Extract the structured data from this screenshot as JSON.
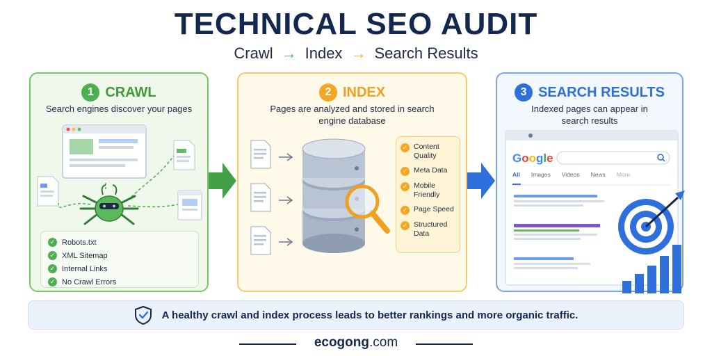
{
  "header": {
    "title": "TECHNICAL SEO AUDIT",
    "flow": [
      "Crawl",
      "Index",
      "Search Results"
    ]
  },
  "colors": {
    "navy": "#14284f",
    "green": "#4caf50",
    "yellow": "#f5a623",
    "blue": "#2f6fdb"
  },
  "steps": [
    {
      "number": "1",
      "title": "CRAWL",
      "description": "Search engines discover your pages",
      "checklist": [
        "Robots.txt",
        "XML Sitemap",
        "Internal Links",
        "No Crawl Errors"
      ]
    },
    {
      "number": "2",
      "title": "INDEX",
      "description": "Pages are analyzed and stored in search engine database",
      "factors": [
        "Content Quality",
        "Meta Data",
        "Mobile Friendly",
        "Page Speed",
        "Structured Data"
      ]
    },
    {
      "number": "3",
      "title": "SEARCH RESULTS",
      "description": "Indexed pages can appear in search results",
      "browser": {
        "logo": "Google",
        "tabs": [
          "All",
          "Images",
          "Videos",
          "News",
          "More"
        ]
      }
    }
  ],
  "footer": {
    "message": "A healthy crawl and index process leads to better rankings and more organic traffic."
  },
  "brand": {
    "name": "ecogong",
    "tld": ".com"
  },
  "icons": [
    "spider-icon",
    "database-icon",
    "magnifier-icon",
    "target-icon",
    "shield-check-icon",
    "document-icon",
    "browser-icon"
  ]
}
